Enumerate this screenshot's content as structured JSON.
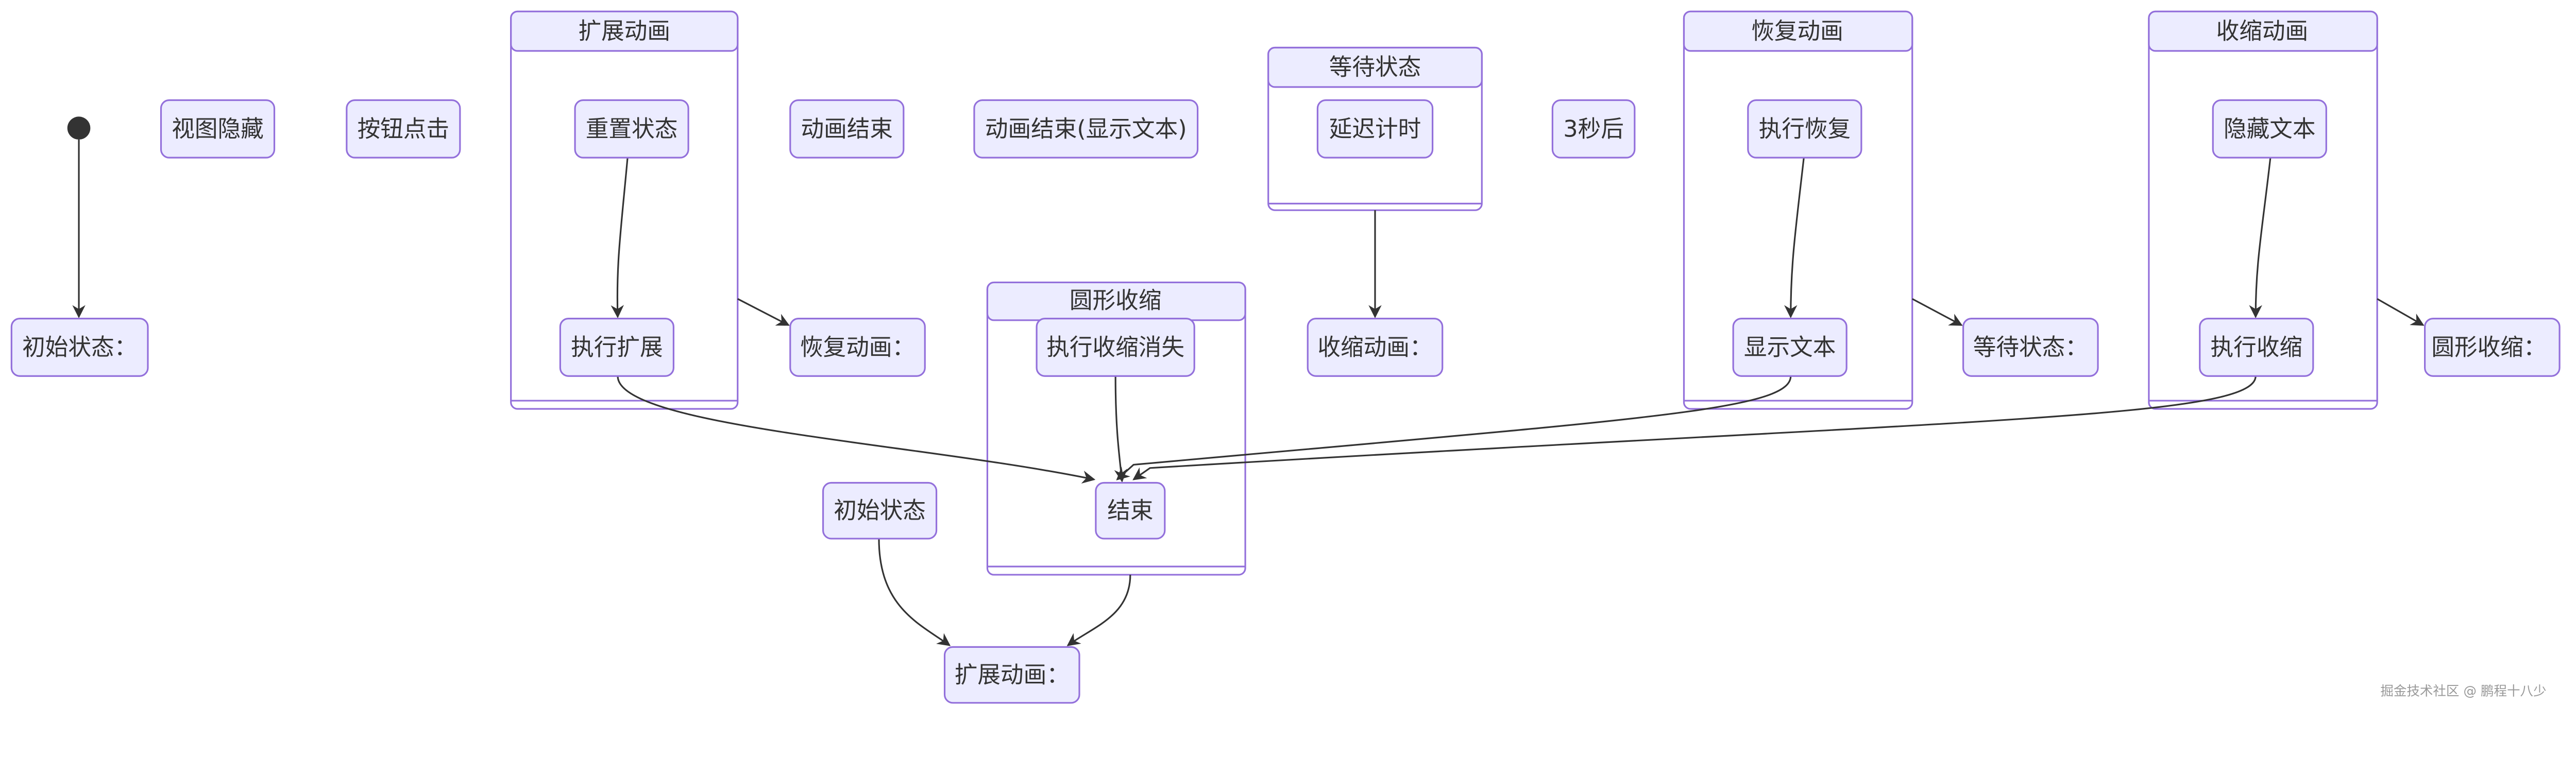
{
  "colors": {
    "node_fill": "#ECECFF",
    "node_stroke": "#9370DB",
    "edge": "#333333",
    "start": "#333333"
  },
  "states": {
    "view_hidden": "视图隐藏",
    "button_click": "按钮点击",
    "anim_end": "动画结束",
    "anim_end_show_text": "动画结束(显示文本)",
    "after_3s": "3秒后",
    "initial_state_colon": "初始状态：",
    "restore_anim_colon": "恢复动画：",
    "shrink_anim_colon": "收缩动画：",
    "wait_state_colon": "等待状态：",
    "circle_shrink_colon": "圆形收缩：",
    "initial_state": "初始状态",
    "expand_anim_colon": "扩展动画："
  },
  "composites": {
    "expand": {
      "title": "扩展动画",
      "children": [
        "重置状态",
        "执行扩展"
      ]
    },
    "wait": {
      "title": "等待状态",
      "children": [
        "延迟计时"
      ]
    },
    "restore": {
      "title": "恢复动画",
      "children": [
        "执行恢复",
        "显示文本"
      ]
    },
    "shrink": {
      "title": "收缩动画",
      "children": [
        "隐藏文本",
        "执行收缩"
      ]
    },
    "circle": {
      "title": "圆形收缩",
      "children": [
        "执行收缩消失",
        "结束"
      ]
    }
  },
  "watermark": "掘金技术社区 @ 鹏程十八少"
}
